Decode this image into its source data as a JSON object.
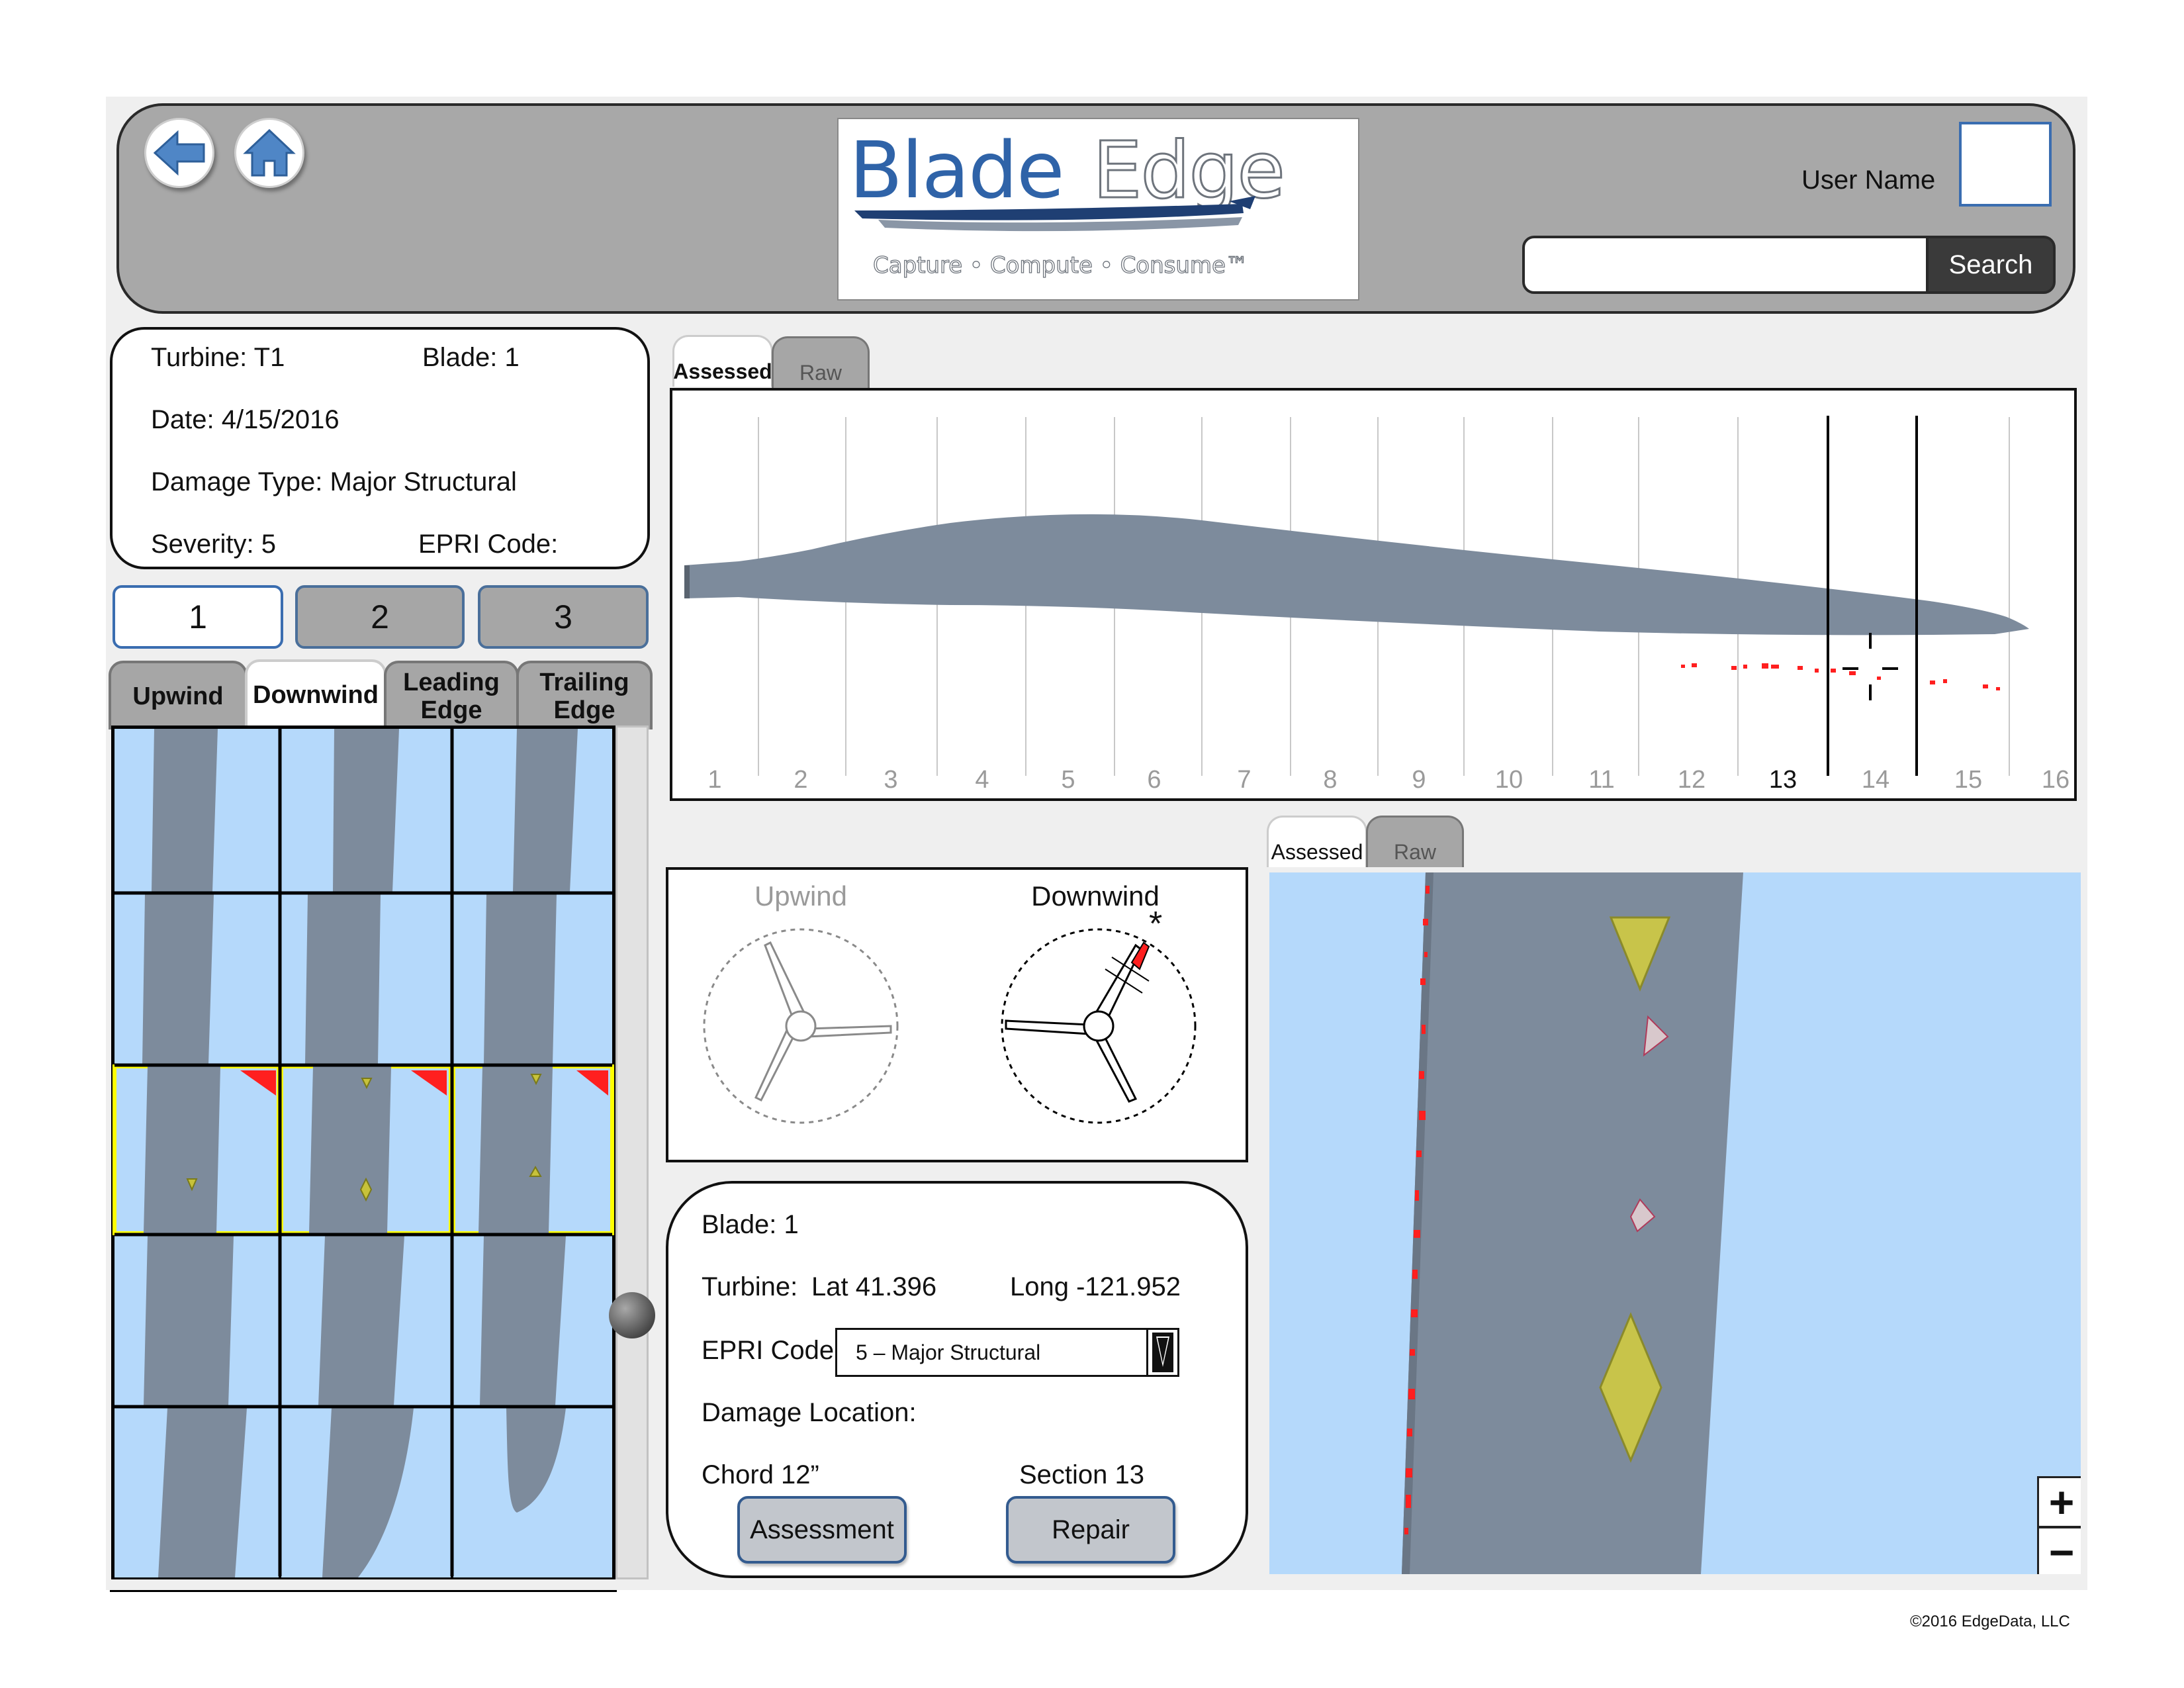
{
  "logo": {
    "brand": "BladeEdge",
    "tagline": "Capture • Compute • Consume™"
  },
  "header": {
    "user_label": "User Name",
    "search_placeholder": "",
    "search_button": "Search"
  },
  "info": {
    "turbine": "Turbine: T1",
    "blade": "Blade: 1",
    "date": "Date: 4/15/2016",
    "damage_type": "Damage Type: Major Structural",
    "severity": "Severity: 5",
    "epri": "EPRI Code:"
  },
  "blade_buttons": [
    "1",
    "2",
    "3"
  ],
  "view_tabs": {
    "upwind": "Upwind",
    "downwind": "Downwind",
    "leading": "Leading Edge",
    "trailing": "Trailing Edge"
  },
  "image_tabs": {
    "assessed": "Assessed",
    "raw": "Raw"
  },
  "sections": [
    "1",
    "2",
    "3",
    "4",
    "5",
    "6",
    "7",
    "8",
    "9",
    "10",
    "11",
    "12",
    "13",
    "14",
    "15",
    "16"
  ],
  "selected_section": "13",
  "rotor": {
    "upwind": "Upwind",
    "downwind": "Downwind",
    "marker": "*"
  },
  "details": {
    "blade": "Blade: 1",
    "turbine_label": "Turbine:",
    "lat": "Lat 41.396",
    "long": "Long -121.952",
    "epri_label": "EPRI Code:",
    "epri_value": "5 – Major Structural",
    "damage_location": "Damage Location:",
    "chord": "Chord  12”",
    "section": "Section 13",
    "assessment_button": "Assessment",
    "repair_button": "Repair"
  },
  "zoom": {
    "plus": "+",
    "minus": "−"
  },
  "copyright": "©2016 EdgeData, LLC",
  "colors": {
    "sky": "#b5d9fb",
    "blade": "#7d8b9c",
    "accent_blue": "#3a6db0",
    "damage_red": "#ff1f1f",
    "highlight": "#ffff00"
  }
}
